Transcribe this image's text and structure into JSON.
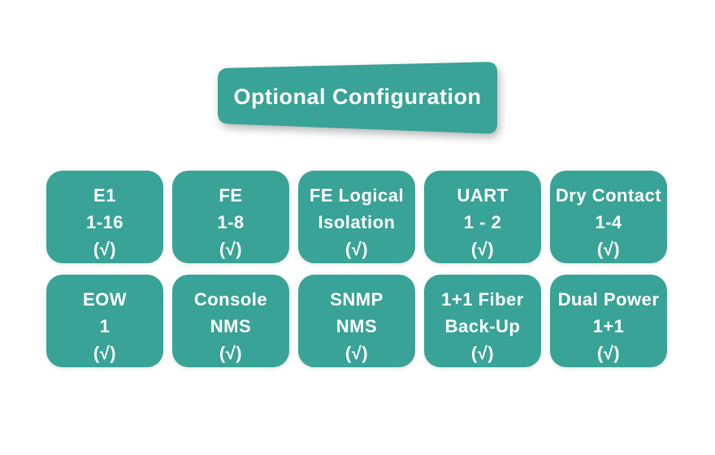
{
  "banner": {
    "label": "Optional Configuration"
  },
  "colors": {
    "teal": "#38A396",
    "text_on_teal": "#FFFFFF",
    "page_bg": "#FFFFFF"
  },
  "cards": [
    {
      "lines": [
        "E1",
        "1-16",
        "(√)"
      ]
    },
    {
      "lines": [
        "FE",
        "1-8",
        "(√)"
      ]
    },
    {
      "lines": [
        "FE Logical",
        "Isolation",
        "(√)"
      ]
    },
    {
      "lines": [
        "UART",
        "1 - 2",
        "(√)"
      ]
    },
    {
      "lines": [
        "Dry Contact",
        "1-4",
        "(√)"
      ]
    },
    {
      "lines": [
        "EOW",
        "1",
        "(√)"
      ]
    },
    {
      "lines": [
        "Console",
        "NMS",
        "(√)"
      ]
    },
    {
      "lines": [
        "SNMP",
        "NMS",
        "(√)"
      ]
    },
    {
      "lines": [
        "1+1 Fiber",
        "Back-Up",
        "(√)"
      ]
    },
    {
      "lines": [
        "Dual Power",
        "1+1",
        "(√)"
      ]
    }
  ]
}
